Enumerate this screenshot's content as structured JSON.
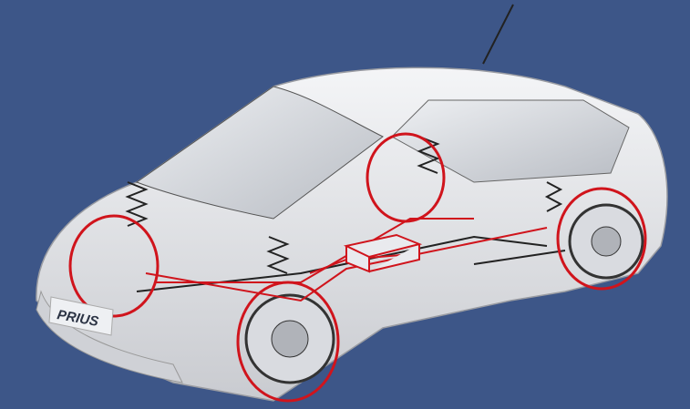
{
  "illustration": {
    "badge_text": "PRIUS",
    "colors": {
      "background": "#3d5688",
      "car_body": "#e6e7ea",
      "highlight": "#d0141c",
      "outline": "#2a2a2a"
    },
    "highlighted_components": [
      "front-left-suspension",
      "front-right-suspension",
      "rear-left-suspension",
      "rear-right-suspension",
      "control-unit"
    ]
  }
}
